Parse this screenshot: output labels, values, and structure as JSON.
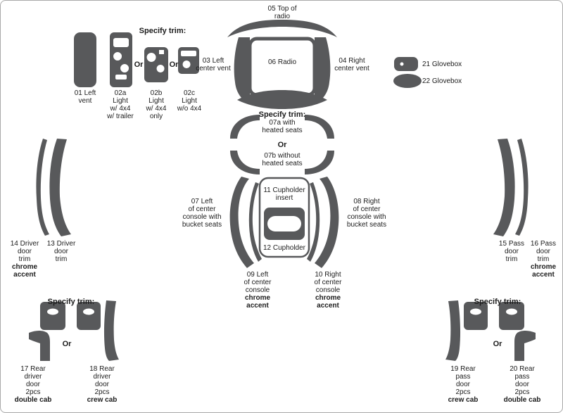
{
  "colors": {
    "part_fill": "#58595b",
    "hole_fill": "#ffffff",
    "label_text": "#1c1c1c",
    "canvas_border": "#a8a8a8",
    "background": "#ffffff"
  },
  "texts": {
    "specify_trim": "Specify trim:",
    "or": "Or"
  },
  "parts": {
    "p01": {
      "label": "01 Left\nvent"
    },
    "p02a": {
      "label": "02a\nLight\nw/ 4x4\nw/ trailer"
    },
    "p02b": {
      "label": "02b\nLight\nw/ 4x4\nonly"
    },
    "p02c": {
      "label": "02c\nLight\nw/o 4x4"
    },
    "p03": {
      "label": "03 Left\ncenter vent"
    },
    "p04": {
      "label": "04 Right\ncenter vent"
    },
    "p05": {
      "label": "05 Top of\nradio"
    },
    "p06": {
      "label": "06 Radio"
    },
    "p07a": {
      "label": "07a with\nheated seats"
    },
    "p07b": {
      "label": "07b without\nheated seats"
    },
    "p07": {
      "label": "07 Left\nof center\nconsole with\nbucket seats"
    },
    "p08": {
      "label": "08 Right\nof center\nconsole with\nbucket seats"
    },
    "p09": {
      "label": "09 Left\nof center\nconsole",
      "bold": "chrome accent"
    },
    "p10": {
      "label": "10 Right\nof center\nconsole",
      "bold": "chrome accent"
    },
    "p11": {
      "label": "11 Cupholder\ninsert"
    },
    "p12": {
      "label": "12 Cupholder"
    },
    "p13": {
      "label": "13 Driver\ndoor\ntrim"
    },
    "p14": {
      "label": "14 Driver\ndoor\ntrim",
      "bold": "chrome\naccent"
    },
    "p15": {
      "label": "15 Pass\ndoor\ntrim"
    },
    "p16": {
      "label": "16 Pass\ndoor\ntrim",
      "bold": "chrome\naccent"
    },
    "p17": {
      "label": "17 Rear\ndriver\ndoor\n2pcs",
      "bold": "double cab"
    },
    "p18": {
      "label": "18 Rear\ndriver\ndoor\n2pcs",
      "bold": "crew cab"
    },
    "p19": {
      "label": "19 Rear\npass\ndoor\n2pcs",
      "bold": "crew cab"
    },
    "p20": {
      "label": "20 Rear\npass\ndoor\n2pcs",
      "bold": "double cab"
    },
    "p21": {
      "label": "21 Glovebox"
    },
    "p22": {
      "label": "22 Glovebox"
    }
  }
}
